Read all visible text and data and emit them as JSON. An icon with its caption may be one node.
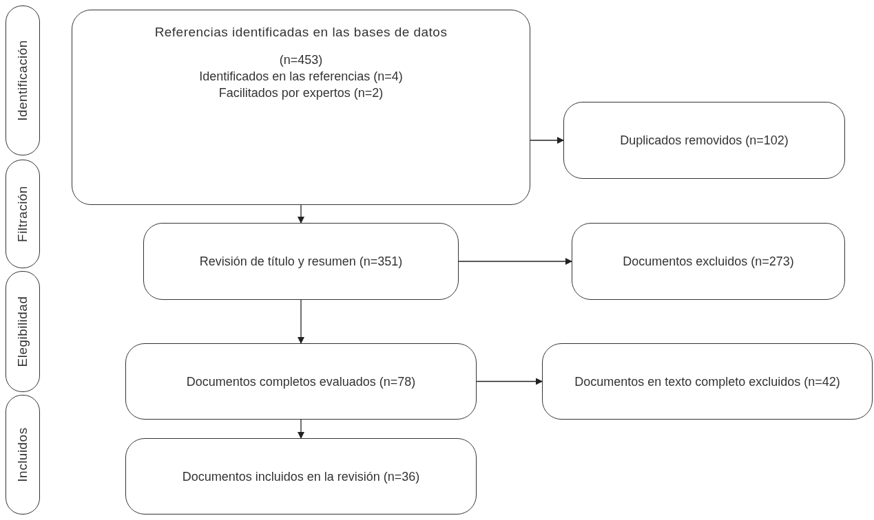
{
  "diagram": {
    "nodes": [
      {
        "text": [
          "Identificación"
        ]
      },
      {
        "text": [
          "Filtración"
        ]
      },
      {
        "text": [
          "Elegibilidad"
        ]
      },
      {
        "text": [
          "Incluidos"
        ]
      },
      {
        "text": [
          "Referencias identificadas en las bases de datos",
          "(n=453)",
          "Identificados en las referencias (n=4)",
          "Facilitados por expertos (n=2)"
        ]
      },
      {
        "text": [
          "Duplicados removidos (n=102)"
        ]
      },
      {
        "text": [
          "Revisión de título y resumen (n=351)"
        ]
      },
      {
        "text": [
          "Documentos excluidos (n=273)"
        ]
      },
      {
        "text": [
          "Documentos completos evaluados (n=78)"
        ]
      },
      {
        "text": [
          "Documentos en texto completo excluidos (n=42)"
        ]
      },
      {
        "text": [
          "Documentos incluidos en la revisión (n=36)"
        ]
      }
    ],
    "edges": [
      {
        "from": 4,
        "to": 5,
        "arrow": "to"
      },
      {
        "from": 4,
        "to": 6,
        "arrow": "to"
      },
      {
        "from": 6,
        "to": 7,
        "arrow": "to"
      },
      {
        "from": 6,
        "to": 8,
        "arrow": "to"
      },
      {
        "from": 8,
        "to": 9,
        "arrow": "to"
      },
      {
        "from": 8,
        "to": 10,
        "arrow": "to"
      }
    ]
  }
}
